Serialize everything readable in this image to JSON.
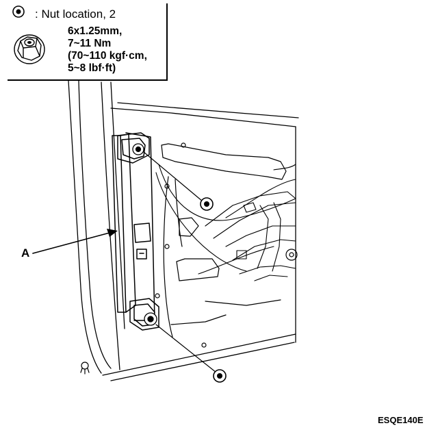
{
  "legend": {
    "title": ": Nut location, 2",
    "spec_lines": [
      "6x1.25mm,",
      "7~11 Nm",
      "(70~110 kgf·cm,",
      "5~8 lbf·ft)"
    ]
  },
  "callout": {
    "label": "A"
  },
  "figure_code": "ESQE140E",
  "colors": {
    "ink": "#000000",
    "paper": "#ffffff"
  }
}
